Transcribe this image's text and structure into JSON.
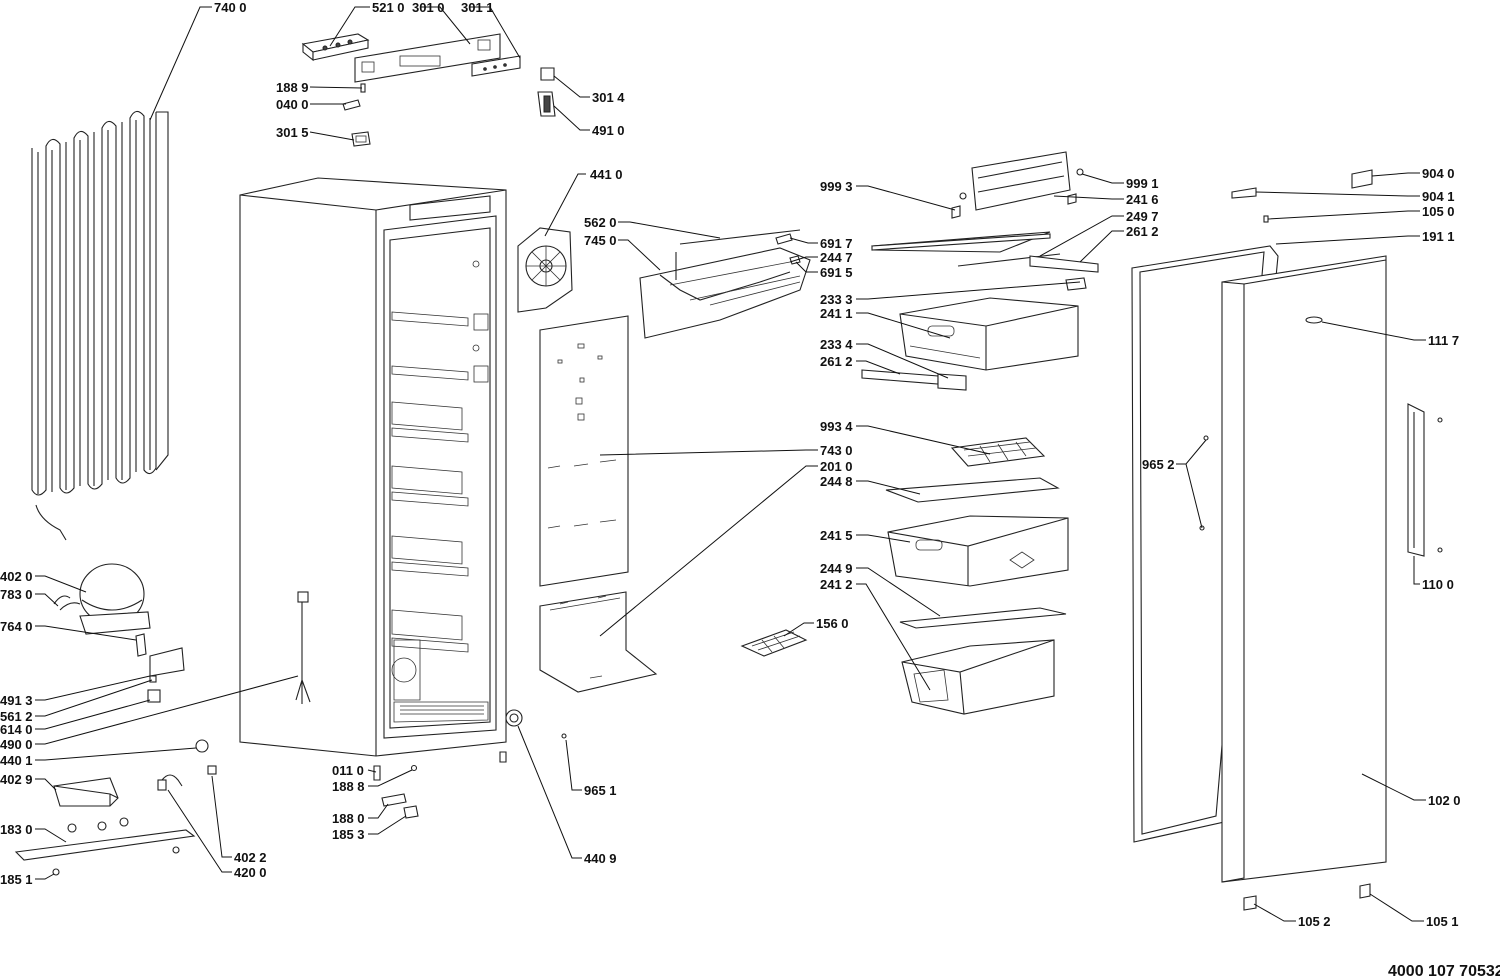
{
  "document_number": "4000 107 70532",
  "callouts": [
    {
      "id": "c7400",
      "text": "740 0"
    },
    {
      "id": "c5210",
      "text": "521 0"
    },
    {
      "id": "c3010",
      "text": "301 0"
    },
    {
      "id": "c3011",
      "text": "301 1"
    },
    {
      "id": "c1889",
      "text": "188 9"
    },
    {
      "id": "c0400",
      "text": "040 0"
    },
    {
      "id": "c3014",
      "text": "301 4"
    },
    {
      "id": "c3015",
      "text": "301 5"
    },
    {
      "id": "c4910",
      "text": "491 0"
    },
    {
      "id": "c4410",
      "text": "441 0"
    },
    {
      "id": "c5620",
      "text": "562 0"
    },
    {
      "id": "c7450",
      "text": "745 0"
    },
    {
      "id": "c6917",
      "text": "691 7"
    },
    {
      "id": "c2447",
      "text": "244 7"
    },
    {
      "id": "c6915",
      "text": "691 5"
    },
    {
      "id": "c9993",
      "text": "999 3"
    },
    {
      "id": "c9991",
      "text": "999 1"
    },
    {
      "id": "c2416",
      "text": "241 6"
    },
    {
      "id": "c2497",
      "text": "249 7"
    },
    {
      "id": "c2612a",
      "text": "261 2"
    },
    {
      "id": "c2333",
      "text": "233 3"
    },
    {
      "id": "c2411",
      "text": "241 1"
    },
    {
      "id": "c2334",
      "text": "233 4"
    },
    {
      "id": "c2612b",
      "text": "261 2"
    },
    {
      "id": "c9934",
      "text": "993 4"
    },
    {
      "id": "c7430",
      "text": "743 0"
    },
    {
      "id": "c2010",
      "text": "201 0"
    },
    {
      "id": "c2448",
      "text": "244 8"
    },
    {
      "id": "c2415",
      "text": "241 5"
    },
    {
      "id": "c2449",
      "text": "244 9"
    },
    {
      "id": "c2412",
      "text": "241 2"
    },
    {
      "id": "c1560",
      "text": "156 0"
    },
    {
      "id": "c9040",
      "text": "904 0"
    },
    {
      "id": "c9041",
      "text": "904 1"
    },
    {
      "id": "c1050",
      "text": "105 0"
    },
    {
      "id": "c1911",
      "text": "191 1"
    },
    {
      "id": "c1117",
      "text": "111 7"
    },
    {
      "id": "c9652",
      "text": "965 2"
    },
    {
      "id": "c1100",
      "text": "110 0"
    },
    {
      "id": "c1020",
      "text": "102 0"
    },
    {
      "id": "c1052",
      "text": "105 2"
    },
    {
      "id": "c1051",
      "text": "105 1"
    },
    {
      "id": "c4020",
      "text": "402 0"
    },
    {
      "id": "c7830",
      "text": "783 0"
    },
    {
      "id": "c7640",
      "text": "764 0"
    },
    {
      "id": "c4913",
      "text": "491 3"
    },
    {
      "id": "c5612",
      "text": "561 2"
    },
    {
      "id": "c6140",
      "text": "614 0"
    },
    {
      "id": "c4900",
      "text": "490 0"
    },
    {
      "id": "c4401",
      "text": "440 1"
    },
    {
      "id": "c4029",
      "text": "402 9"
    },
    {
      "id": "c1830",
      "text": "183 0"
    },
    {
      "id": "c1851",
      "text": "185 1"
    },
    {
      "id": "c4022",
      "text": "402 2"
    },
    {
      "id": "c4200",
      "text": "420 0"
    },
    {
      "id": "c0110",
      "text": "011 0"
    },
    {
      "id": "c1888",
      "text": "188 8"
    },
    {
      "id": "c1880",
      "text": "188 0"
    },
    {
      "id": "c1853",
      "text": "185 3"
    },
    {
      "id": "c9651",
      "text": "965 1"
    },
    {
      "id": "c4409",
      "text": "440 9"
    }
  ]
}
